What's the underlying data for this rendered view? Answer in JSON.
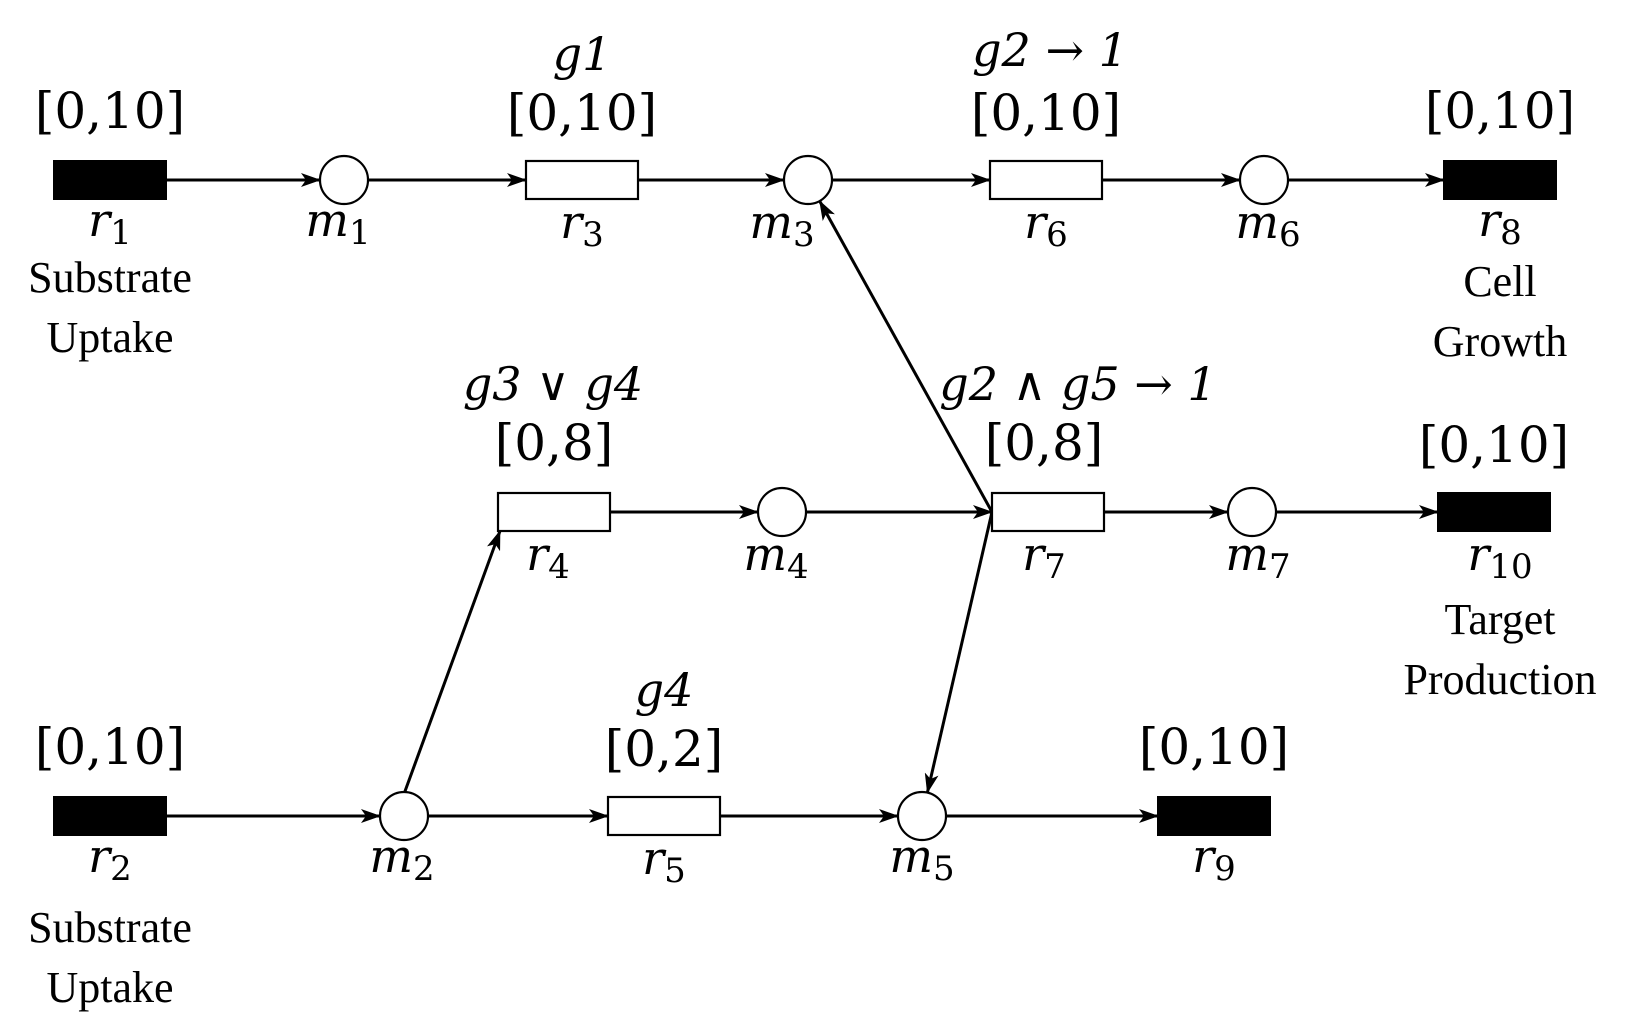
{
  "reactions": {
    "r1": {
      "id": "r",
      "sub": "1",
      "bounds": "[0,10]",
      "desc1": "Substrate",
      "desc2": "Uptake"
    },
    "r2": {
      "id": "r",
      "sub": "2",
      "bounds": "[0,10]",
      "desc1": "Substrate",
      "desc2": "Uptake"
    },
    "r3": {
      "id": "r",
      "sub": "3",
      "bounds": "[0,10]",
      "gene": "g1"
    },
    "r4": {
      "id": "r",
      "sub": "4",
      "bounds": "[0,8]",
      "gene": "g3 ∨ g4"
    },
    "r5": {
      "id": "r",
      "sub": "5",
      "bounds": "[0,2]",
      "gene": "g4"
    },
    "r6": {
      "id": "r",
      "sub": "6",
      "bounds": "[0,10]",
      "gene": "g2 → 1"
    },
    "r7": {
      "id": "r",
      "sub": "7",
      "bounds": "[0,8]",
      "gene": "g2 ∧ g5 → 1"
    },
    "r8": {
      "id": "r",
      "sub": "8",
      "bounds": "[0,10]",
      "desc1": "Cell",
      "desc2": "Growth"
    },
    "r9": {
      "id": "r",
      "sub": "9",
      "bounds": "[0,10]"
    },
    "r10": {
      "id": "r",
      "sub": "10",
      "bounds": "[0,10]",
      "desc1": "Target",
      "desc2": "Production"
    }
  },
  "metabolites": {
    "m1": {
      "id": "m",
      "sub": "1"
    },
    "m2": {
      "id": "m",
      "sub": "2"
    },
    "m3": {
      "id": "m",
      "sub": "3"
    },
    "m4": {
      "id": "m",
      "sub": "4"
    },
    "m5": {
      "id": "m",
      "sub": "5"
    },
    "m6": {
      "id": "m",
      "sub": "6"
    },
    "m7": {
      "id": "m",
      "sub": "7"
    }
  },
  "edges": [
    {
      "from": "r1",
      "to": "m1"
    },
    {
      "from": "m1",
      "to": "r3"
    },
    {
      "from": "r3",
      "to": "m3"
    },
    {
      "from": "m3",
      "to": "r6"
    },
    {
      "from": "r6",
      "to": "m6"
    },
    {
      "from": "m6",
      "to": "r8"
    },
    {
      "from": "r4",
      "to": "m4"
    },
    {
      "from": "m4",
      "to": "r7"
    },
    {
      "from": "r7",
      "to": "m7"
    },
    {
      "from": "m7",
      "to": "r10"
    },
    {
      "from": "r2",
      "to": "m2"
    },
    {
      "from": "m2",
      "to": "r5"
    },
    {
      "from": "r5",
      "to": "m5"
    },
    {
      "from": "m5",
      "to": "r9"
    },
    {
      "from": "m2",
      "to": "r4"
    },
    {
      "from": "r7",
      "to": "m3"
    },
    {
      "from": "r7",
      "to": "m5"
    }
  ],
  "colors": {
    "stroke": "#000000",
    "exchange_fill": "#000000",
    "internal_fill": "#ffffff"
  }
}
